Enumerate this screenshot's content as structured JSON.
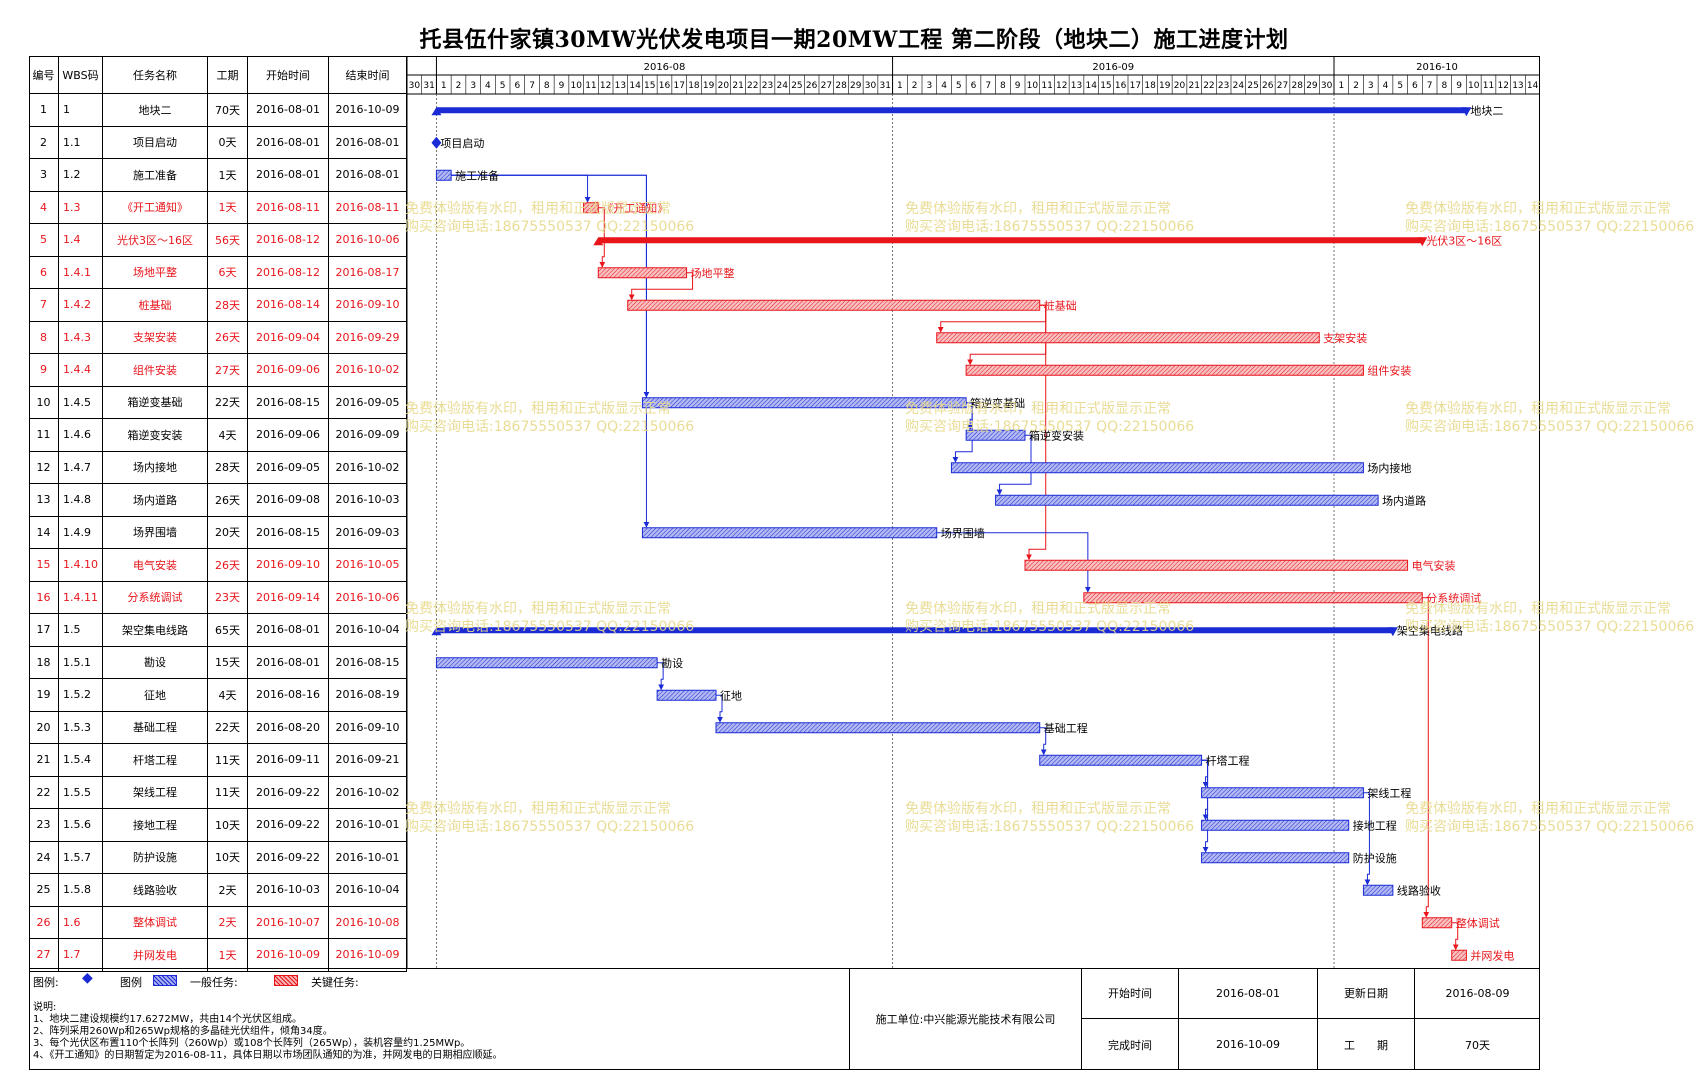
{
  "title": "托县伍什家镇30MW光伏发电项目一期20MW工程 第二阶段（地块二）施工进度计划",
  "headers": [
    "编号",
    "WBS码",
    "任务名称",
    "工期",
    "开始时间",
    "结束时间"
  ],
  "timeline": {
    "months": [
      "2016-08",
      "2016-09",
      "2016-10"
    ],
    "days": [
      "30",
      "31",
      "1",
      "2",
      "3",
      "4",
      "5",
      "6",
      "7",
      "8",
      "9",
      "10",
      "11",
      "12",
      "13",
      "14",
      "15",
      "16",
      "17",
      "18",
      "19",
      "20",
      "21",
      "22",
      "23",
      "24",
      "25",
      "26",
      "27",
      "28",
      "29",
      "30",
      "31",
      "1",
      "2",
      "3",
      "4",
      "5",
      "6",
      "7",
      "8",
      "9",
      "10",
      "11",
      "12",
      "13",
      "14",
      "15",
      "16",
      "17",
      "18",
      "19",
      "20",
      "21",
      "22",
      "23",
      "24",
      "25",
      "26",
      "27",
      "28",
      "29",
      "30",
      "1",
      "2",
      "3",
      "4",
      "5",
      "6",
      "7",
      "8",
      "9",
      "10",
      "11",
      "12",
      "13",
      "14"
    ]
  },
  "tasks": [
    {
      "id": "1",
      "wbs": "1",
      "name": "地块二",
      "dur": "70天",
      "start": "2016-08-01",
      "end": "2016-10-09",
      "crit": false,
      "sum": true,
      "s": 2,
      "e": 72,
      "label": "地块二"
    },
    {
      "id": "2",
      "wbs": "1.1",
      "name": "项目启动",
      "dur": "0天",
      "start": "2016-08-01",
      "end": "2016-08-01",
      "crit": false,
      "ms": true,
      "s": 2,
      "e": 2,
      "label": "项目启动"
    },
    {
      "id": "3",
      "wbs": "1.2",
      "name": "施工准备",
      "dur": "1天",
      "start": "2016-08-01",
      "end": "2016-08-01",
      "crit": false,
      "s": 2,
      "e": 3,
      "label": "施工准备"
    },
    {
      "id": "4",
      "wbs": "1.3",
      "name": "《开工通知》",
      "dur": "1天",
      "start": "2016-08-11",
      "end": "2016-08-11",
      "crit": true,
      "s": 12,
      "e": 13,
      "label": "《开工通知》"
    },
    {
      "id": "5",
      "wbs": "1.4",
      "name": "光伏3区～16区",
      "dur": "56天",
      "start": "2016-08-12",
      "end": "2016-10-06",
      "crit": true,
      "sum": true,
      "s": 13,
      "e": 69,
      "label": "光伏3区～16区"
    },
    {
      "id": "6",
      "wbs": "1.4.1",
      "name": "场地平整",
      "dur": "6天",
      "start": "2016-08-12",
      "end": "2016-08-17",
      "crit": true,
      "s": 13,
      "e": 19,
      "label": "场地平整"
    },
    {
      "id": "7",
      "wbs": "1.4.2",
      "name": "桩基础",
      "dur": "28天",
      "start": "2016-08-14",
      "end": "2016-09-10",
      "crit": true,
      "s": 15,
      "e": 43,
      "label": "桩基础"
    },
    {
      "id": "8",
      "wbs": "1.4.3",
      "name": "支架安装",
      "dur": "26天",
      "start": "2016-09-04",
      "end": "2016-09-29",
      "crit": true,
      "s": 36,
      "e": 62,
      "label": "支架安装"
    },
    {
      "id": "9",
      "wbs": "1.4.4",
      "name": "组件安装",
      "dur": "27天",
      "start": "2016-09-06",
      "end": "2016-10-02",
      "crit": true,
      "s": 38,
      "e": 65,
      "label": "组件安装"
    },
    {
      "id": "10",
      "wbs": "1.4.5",
      "name": "箱逆变基础",
      "dur": "22天",
      "start": "2016-08-15",
      "end": "2016-09-05",
      "crit": false,
      "s": 16,
      "e": 38,
      "label": "箱逆变基础"
    },
    {
      "id": "11",
      "wbs": "1.4.6",
      "name": "箱逆变安装",
      "dur": "4天",
      "start": "2016-09-06",
      "end": "2016-09-09",
      "crit": false,
      "s": 38,
      "e": 42,
      "label": "箱逆变安装"
    },
    {
      "id": "12",
      "wbs": "1.4.7",
      "name": "场内接地",
      "dur": "28天",
      "start": "2016-09-05",
      "end": "2016-10-02",
      "crit": false,
      "s": 37,
      "e": 65,
      "label": "场内接地"
    },
    {
      "id": "13",
      "wbs": "1.4.8",
      "name": "场内道路",
      "dur": "26天",
      "start": "2016-09-08",
      "end": "2016-10-03",
      "crit": false,
      "s": 40,
      "e": 66,
      "label": "场内道路"
    },
    {
      "id": "14",
      "wbs": "1.4.9",
      "name": "场界围墙",
      "dur": "20天",
      "start": "2016-08-15",
      "end": "2016-09-03",
      "crit": false,
      "s": 16,
      "e": 36,
      "label": "场界围墙"
    },
    {
      "id": "15",
      "wbs": "1.4.10",
      "name": "电气安装",
      "dur": "26天",
      "start": "2016-09-10",
      "end": "2016-10-05",
      "crit": true,
      "s": 42,
      "e": 68,
      "label": "电气安装"
    },
    {
      "id": "16",
      "wbs": "1.4.11",
      "name": "分系统调试",
      "dur": "23天",
      "start": "2016-09-14",
      "end": "2016-10-06",
      "crit": true,
      "s": 46,
      "e": 69,
      "label": "分系统调试"
    },
    {
      "id": "17",
      "wbs": "1.5",
      "name": "架空集电线路",
      "dur": "65天",
      "start": "2016-08-01",
      "end": "2016-10-04",
      "crit": false,
      "sum": true,
      "s": 2,
      "e": 67,
      "label": "架空集电线路"
    },
    {
      "id": "18",
      "wbs": "1.5.1",
      "name": "勘设",
      "dur": "15天",
      "start": "2016-08-01",
      "end": "2016-08-15",
      "crit": false,
      "s": 2,
      "e": 17,
      "label": "勘设"
    },
    {
      "id": "19",
      "wbs": "1.5.2",
      "name": "征地",
      "dur": "4天",
      "start": "2016-08-16",
      "end": "2016-08-19",
      "crit": false,
      "s": 17,
      "e": 21,
      "label": "征地"
    },
    {
      "id": "20",
      "wbs": "1.5.3",
      "name": "基础工程",
      "dur": "22天",
      "start": "2016-08-20",
      "end": "2016-09-10",
      "crit": false,
      "s": 21,
      "e": 43,
      "label": "基础工程"
    },
    {
      "id": "21",
      "wbs": "1.5.4",
      "name": "杆塔工程",
      "dur": "11天",
      "start": "2016-09-11",
      "end": "2016-09-21",
      "crit": false,
      "s": 43,
      "e": 54,
      "label": "杆塔工程"
    },
    {
      "id": "22",
      "wbs": "1.5.5",
      "name": "架线工程",
      "dur": "11天",
      "start": "2016-09-22",
      "end": "2016-10-02",
      "crit": false,
      "s": 54,
      "e": 65,
      "label": "架线工程"
    },
    {
      "id": "23",
      "wbs": "1.5.6",
      "name": "接地工程",
      "dur": "10天",
      "start": "2016-09-22",
      "end": "2016-10-01",
      "crit": false,
      "s": 54,
      "e": 64,
      "label": "接地工程"
    },
    {
      "id": "24",
      "wbs": "1.5.7",
      "name": "防护设施",
      "dur": "10天",
      "start": "2016-09-22",
      "end": "2016-10-01",
      "crit": false,
      "s": 54,
      "e": 64,
      "label": "防护设施"
    },
    {
      "id": "25",
      "wbs": "1.5.8",
      "name": "线路验收",
      "dur": "2天",
      "start": "2016-10-03",
      "end": "2016-10-04",
      "crit": false,
      "s": 65,
      "e": 67,
      "label": "线路验收"
    },
    {
      "id": "26",
      "wbs": "1.6",
      "name": "整体调试",
      "dur": "2天",
      "start": "2016-10-07",
      "end": "2016-10-08",
      "crit": true,
      "s": 69,
      "e": 71,
      "label": "整体调试"
    },
    {
      "id": "27",
      "wbs": "1.7",
      "name": "并网发电",
      "dur": "1天",
      "start": "2016-10-09",
      "end": "2016-10-09",
      "crit": true,
      "s": 71,
      "e": 72,
      "label": "并网发电"
    }
  ],
  "links": [
    [
      3,
      4
    ],
    [
      4,
      6
    ],
    [
      6,
      7
    ],
    [
      7,
      8
    ],
    [
      7,
      9
    ],
    [
      7,
      15
    ],
    [
      3,
      10
    ],
    [
      3,
      14
    ],
    [
      10,
      11
    ],
    [
      10,
      12
    ],
    [
      11,
      13
    ],
    [
      14,
      16
    ],
    [
      18,
      19
    ],
    [
      19,
      20
    ],
    [
      20,
      21
    ],
    [
      21,
      22
    ],
    [
      21,
      23
    ],
    [
      21,
      24
    ],
    [
      22,
      25
    ],
    [
      16,
      26
    ],
    [
      26,
      27
    ]
  ],
  "colors": {
    "normal": "#1a2bd6",
    "critical": "#e8151b",
    "normal_fill": "#7f8ae6",
    "critical_fill": "#f08f91"
  },
  "legend": {
    "label": "图例:",
    "milestone": "图例",
    "normal": "一般任务:",
    "critical": "关键任务:"
  },
  "notes": {
    "title": "说明:",
    "lines": [
      "1、地块二建设规模约17.6272MW，共由14个光伏区组成。",
      "2、阵列采用260Wp和265Wp规格的多晶硅光伏组件，倾角34度。",
      "3、每个光伏区布置110个长阵列（260Wp）或108个长阵列（265Wp），装机容量约1.25MWp。",
      "4、《开工通知》的日期暂定为2016-08-11，具体日期以市场团队通知的为准，并网发电的日期相应顺延。"
    ]
  },
  "footer": {
    "unit": "施工单位:中兴能源光能技术有限公司",
    "start_label": "开始时间",
    "start_value": "2016-08-01",
    "update_label": "更新日期",
    "update_value": "2016-08-09",
    "finish_label": "完成时间",
    "finish_value": "2016-10-09",
    "period_label": "工　　期",
    "period_value": "70天"
  },
  "watermark": {
    "line1": "免费体验版有水印，租用和正式版显示正常",
    "line2": "购买咨询电话:18675550537 QQ:22150066"
  }
}
